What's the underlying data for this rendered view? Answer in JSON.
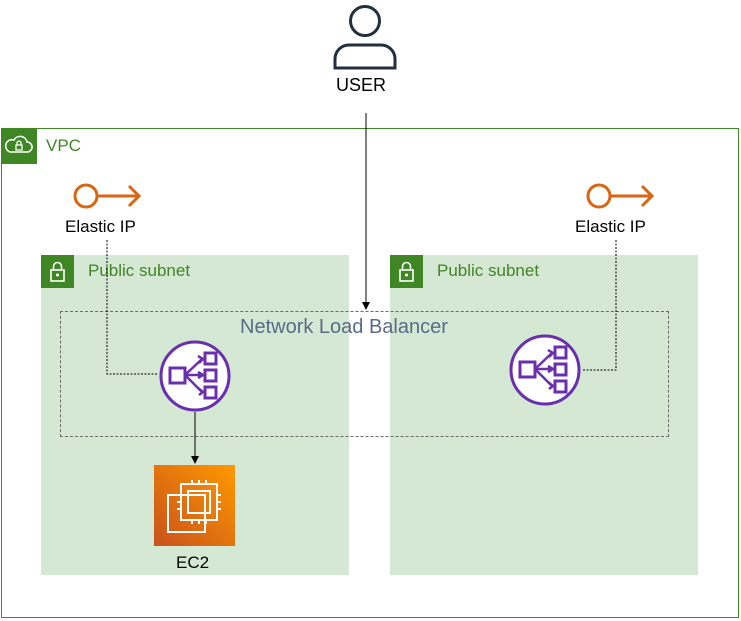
{
  "diagram": {
    "user_label": "USER",
    "vpc_label": "VPC",
    "public_subnet_left_label": "Public subnet",
    "public_subnet_right_label": "Public subnet",
    "network_load_balancer_label": "Network Load Balancer",
    "elastic_ip_left_label": "Elastic IP",
    "elastic_ip_right_label": "Elastic IP",
    "ec2_label": "EC2"
  },
  "icons": {
    "user": "user-icon",
    "vpc": "vpc-cloud-lock-icon",
    "subnet_lock": "lock-icon",
    "elastic_ip": "elastic-ip-icon",
    "load_balancer": "network-load-balancer-icon",
    "ec2": "ec2-instance-icon"
  },
  "colors": {
    "vpc_green": "#3f8624",
    "subnet_fill": "#d5e8d4",
    "elastic_ip_orange": "#d86613",
    "load_balancer_purple": "#6b2fad",
    "ec2_gradient_start": "#c8511b",
    "ec2_gradient_end": "#ff9900"
  }
}
